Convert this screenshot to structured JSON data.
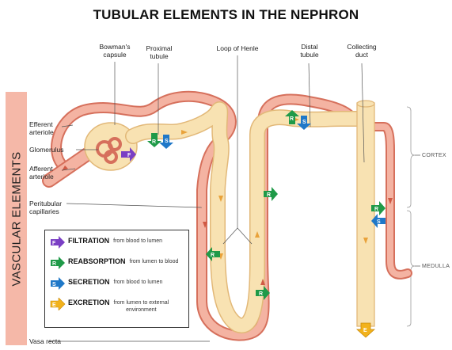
{
  "title": "TUBULAR ELEMENTS IN THE NEPHRON",
  "side_label": "VASCULAR ELEMENTS",
  "labels": {
    "bowmans_capsule": [
      "Bowman's",
      "capsule"
    ],
    "proximal_tubule": [
      "Proximal",
      "tubule"
    ],
    "loop_of_henle": "Loop of Henle",
    "distal_tubule": [
      "Distal",
      "tubule"
    ],
    "collecting_duct": [
      "Collecting",
      "duct"
    ],
    "efferent_arteriole": [
      "Efferent",
      "arteriole"
    ],
    "glomerulus": "Glomerulus",
    "afferent_arteriole": [
      "Afferent",
      "arteriole"
    ],
    "peritubular_capillaries": [
      "Peritubular",
      "capillaries"
    ],
    "vasa_recta": "Vasa recta",
    "cortex": "CORTEX",
    "medulla": "MEDULLA"
  },
  "legend": [
    {
      "letter": "F",
      "term": "FILTRATION",
      "desc": [
        "from blood to lumen"
      ],
      "color": "#7a3fc4"
    },
    {
      "letter": "R",
      "term": "REABSORPTION",
      "desc": [
        "from lumen to blood"
      ],
      "color": "#1f9a48"
    },
    {
      "letter": "S",
      "term": "SECRETION",
      "desc": [
        "from blood to lumen"
      ],
      "color": "#1f78c8"
    },
    {
      "letter": "E",
      "term": "EXCRETION",
      "desc": [
        "from lumen to external",
        "environment"
      ],
      "color": "#f2b21b"
    }
  ],
  "colors": {
    "vessel_fill": "#f4b3a2",
    "vessel_stroke": "#d6705c",
    "tubule_fill": "#f8e2b2",
    "tubule_stroke": "#e2b878",
    "flow_arrow": "#e9a23a",
    "vessel_arrow": "#d05a45"
  }
}
